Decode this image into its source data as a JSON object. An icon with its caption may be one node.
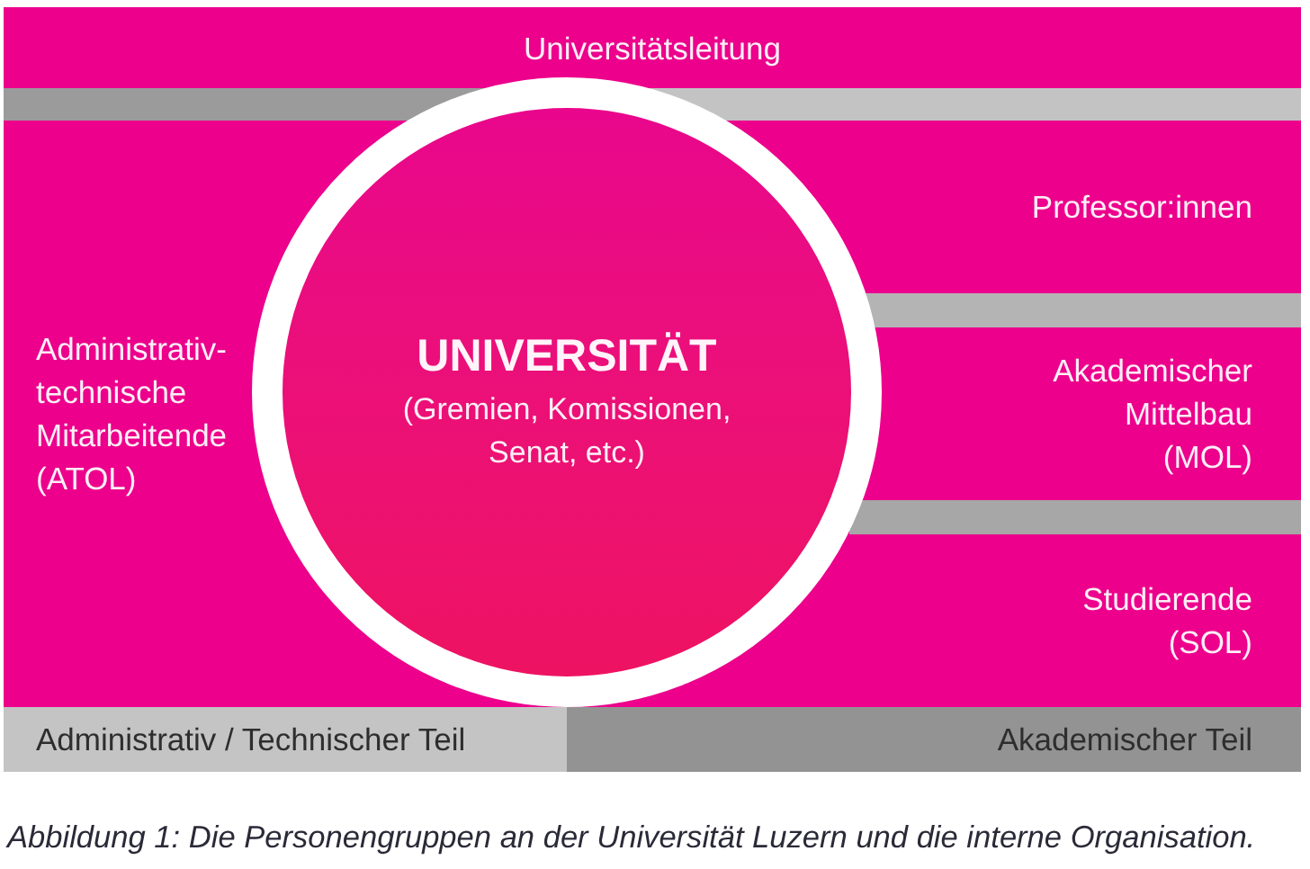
{
  "diagram": {
    "caption": "Abbildung 1: Die Personengruppen an der Universität Luzern und die interne Organisation.",
    "nodes": [
      {
        "text": [
          "Universitätsleitung"
        ]
      },
      {
        "text": [],
        "shape": "bar"
      },
      {
        "text": [],
        "shape": "bar"
      },
      {
        "text": [
          "Administrativ-technische Mitarbeitende (ATOL)"
        ]
      },
      {
        "text": [
          "UNIVERSITÄT",
          "(Gremien, Komissionen, Senat, etc.)"
        ]
      },
      {
        "text": [
          "Professor:innen"
        ]
      },
      {
        "text": [],
        "shape": "bar"
      },
      {
        "text": [
          "Akademischer Mittelbau (MOL)"
        ]
      },
      {
        "text": [],
        "shape": "bar"
      },
      {
        "text": [
          "Studierende (SOL)"
        ]
      },
      {
        "text": [
          "Administrativ / Technischer Teil"
        ]
      },
      {
        "text": [
          "Akademischer Teil"
        ]
      }
    ]
  }
}
